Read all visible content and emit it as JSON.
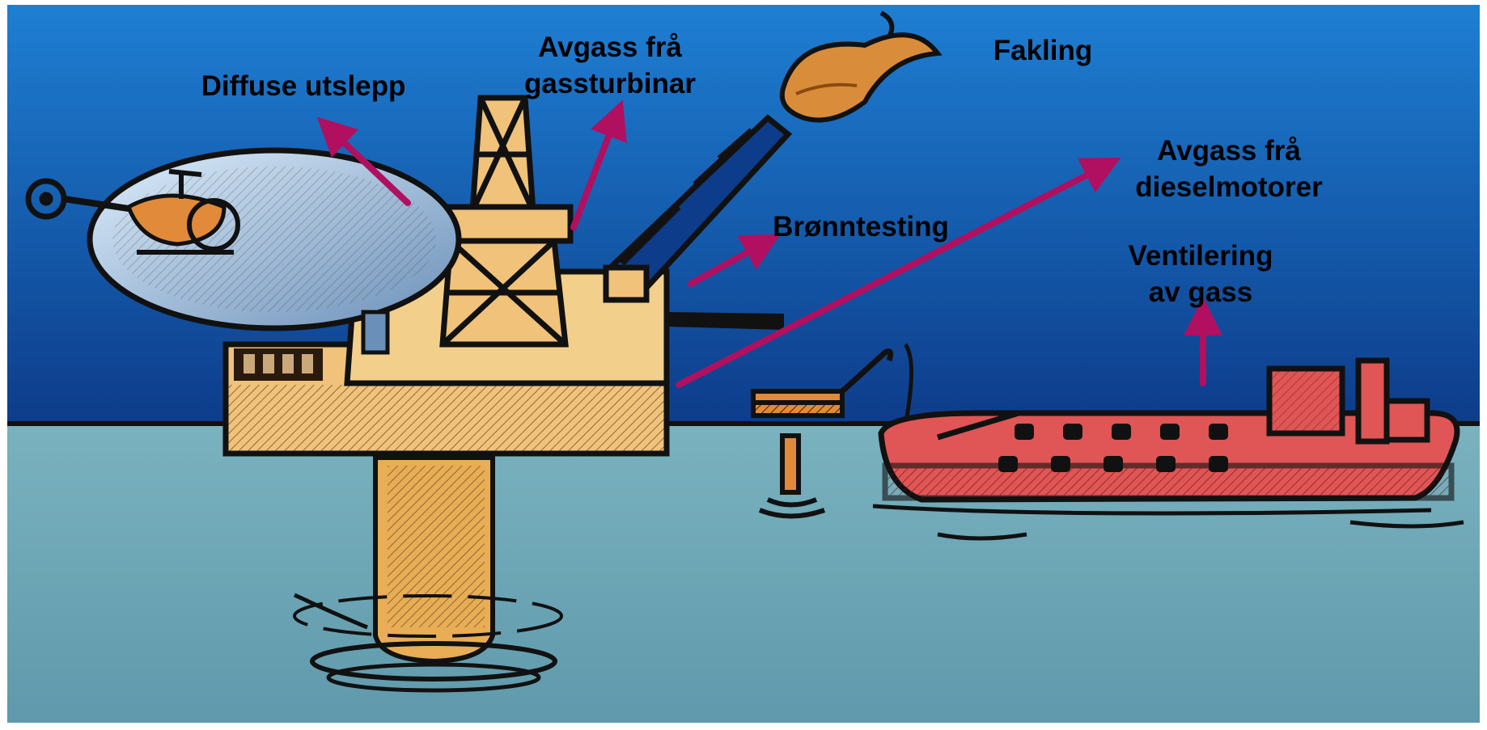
{
  "labels": {
    "diffuse": "Diffuse utslepp",
    "turbine_line1": "Avgass frå",
    "turbine_line2": "gassturbinar",
    "flaring": "Fakling",
    "diesel_line1": "Avgass frå",
    "diesel_line2": "dieselmotorer",
    "well_testing": "Brønntesting",
    "venting_line1": "Ventilering",
    "venting_line2": "av gass"
  },
  "colors": {
    "sky_top": "#1e7fd3",
    "sky_bottom": "#0d3c8a",
    "sea_top": "#7ab2bf",
    "sea_bottom": "#5f99ab",
    "arrow": "#b0105f",
    "platform": "#f0c27a",
    "ship": "#e05555",
    "flare": "#d98c3a",
    "ink": "#111111"
  }
}
